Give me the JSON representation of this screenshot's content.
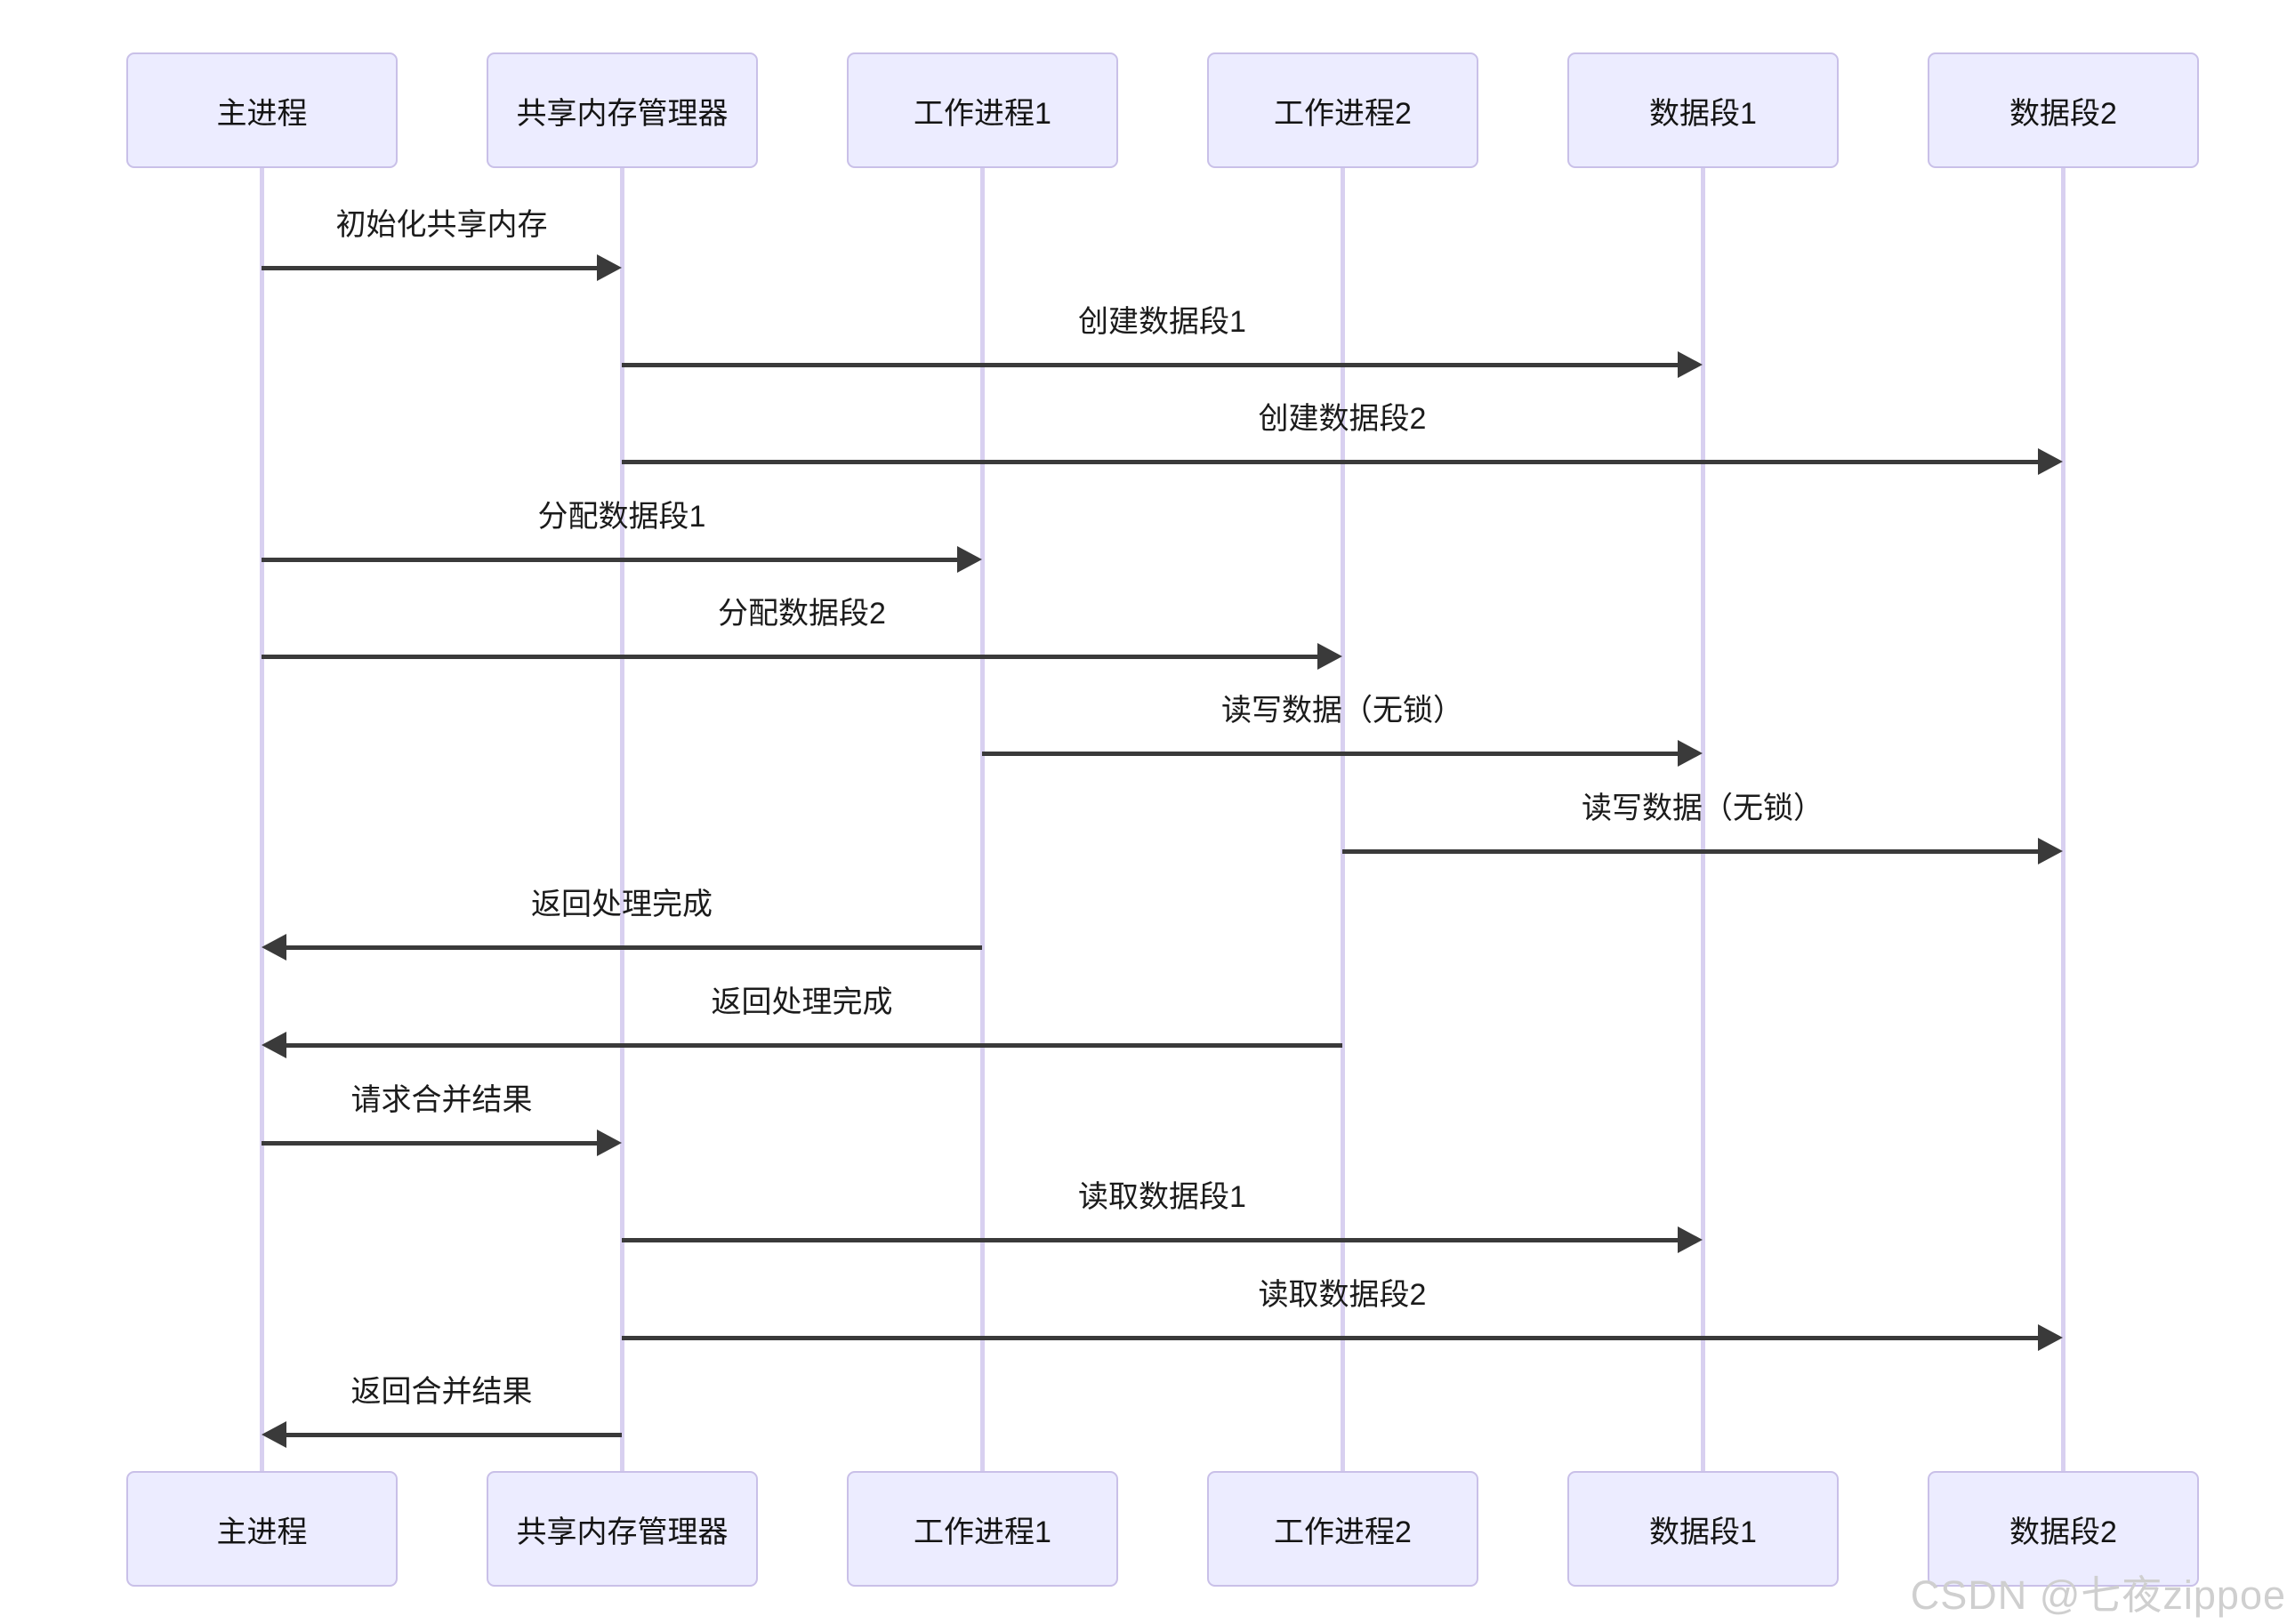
{
  "diagram": {
    "title_hint": "shared-memory multiprocess sequence diagram",
    "actors": [
      {
        "id": "main-process",
        "label": "主进程"
      },
      {
        "id": "shm-manager",
        "label": "共享内存管理器"
      },
      {
        "id": "worker-1",
        "label": "工作进程1"
      },
      {
        "id": "worker-2",
        "label": "工作进程2"
      },
      {
        "id": "data-segment-1",
        "label": "数据段1"
      },
      {
        "id": "data-segment-2",
        "label": "数据段2"
      }
    ],
    "messages": [
      {
        "from": "主进程",
        "to": "共享内存管理器",
        "label": "初始化共享内存",
        "direction": "right"
      },
      {
        "from": "共享内存管理器",
        "to": "数据段1",
        "label": "创建数据段1",
        "direction": "right"
      },
      {
        "from": "共享内存管理器",
        "to": "数据段2",
        "label": "创建数据段2",
        "direction": "right"
      },
      {
        "from": "主进程",
        "to": "工作进程1",
        "label": "分配数据段1",
        "direction": "right"
      },
      {
        "from": "主进程",
        "to": "工作进程2",
        "label": "分配数据段2",
        "direction": "right"
      },
      {
        "from": "工作进程1",
        "to": "数据段1",
        "label": "读写数据（无锁）",
        "direction": "right"
      },
      {
        "from": "工作进程2",
        "to": "数据段2",
        "label": "读写数据（无锁）",
        "direction": "right"
      },
      {
        "from": "工作进程1",
        "to": "主进程",
        "label": "返回处理完成",
        "direction": "left"
      },
      {
        "from": "工作进程2",
        "to": "主进程",
        "label": "返回处理完成",
        "direction": "left"
      },
      {
        "from": "主进程",
        "to": "共享内存管理器",
        "label": "请求合并结果",
        "direction": "right"
      },
      {
        "from": "共享内存管理器",
        "to": "数据段1",
        "label": "读取数据段1",
        "direction": "right"
      },
      {
        "from": "共享内存管理器",
        "to": "数据段2",
        "label": "读取数据段2",
        "direction": "right"
      },
      {
        "from": "共享内存管理器",
        "to": "主进程",
        "label": "返回合并结果",
        "direction": "left"
      }
    ],
    "colors": {
      "actor_fill": "#ececff",
      "actor_border": "#c9c0e8",
      "lifeline": "#d8d0f0",
      "arrow": "#3a3a3a",
      "text": "#1b1b1b",
      "watermark": "#cfcfcf"
    }
  },
  "watermark": "CSDN @七夜zippoe"
}
